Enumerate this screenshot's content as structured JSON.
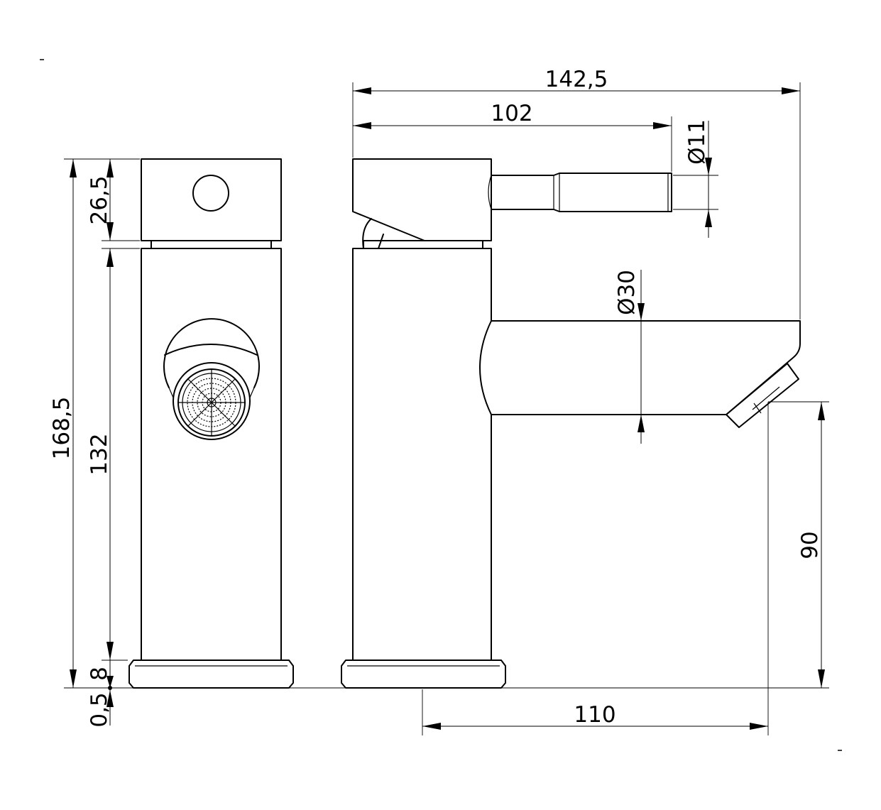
{
  "dimensions": {
    "overall_width": "142,5",
    "lever_reach": "102",
    "lever_diameter": "Ø11",
    "spout_diameter": "Ø30",
    "overall_height": "168,5",
    "handle_height": "26,5",
    "body_height": "132",
    "base_height": "8",
    "base_gap": "0,5",
    "spout_height": "90",
    "spout_reach": "110"
  },
  "colors": {
    "line": "#000000",
    "background": "#ffffff"
  }
}
